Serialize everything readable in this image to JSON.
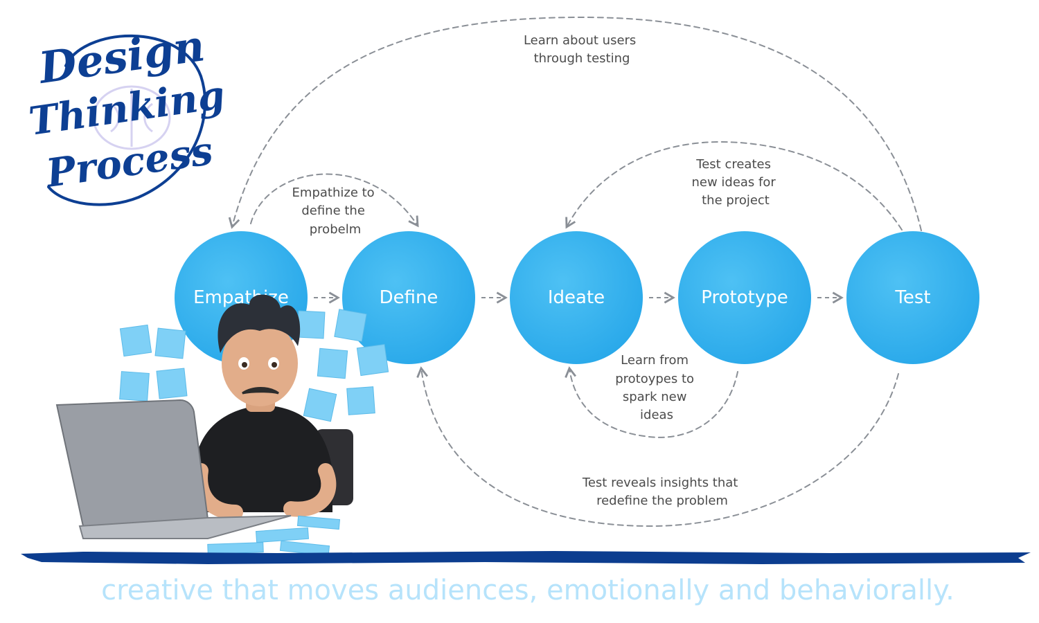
{
  "logo": {
    "line1": "Design",
    "line2": "Thinking",
    "line3": "Process",
    "color": "#0d3f93"
  },
  "stages": [
    {
      "label": "Empathize"
    },
    {
      "label": "Define"
    },
    {
      "label": "Ideate"
    },
    {
      "label": "Prototype"
    },
    {
      "label": "Test"
    }
  ],
  "annotations": {
    "learn_users": [
      "Learn about users",
      "through testing"
    ],
    "empathize_define": [
      "Empathize to",
      "define the",
      "probelm"
    ],
    "test_ideas": [
      "Test creates",
      "new ideas for",
      "the project"
    ],
    "learn_prototypes": [
      "Learn from",
      "protoypes to",
      "spark new",
      "ideas"
    ],
    "test_reveals": [
      "Test reveals insights that",
      "redefine the problem"
    ]
  },
  "tagline": "creative that moves audiences, emotionally and behaviorally.",
  "colors": {
    "circle": "#35b4ef",
    "arrow": "#8a8f96",
    "stroke_band": "#0c3d8f",
    "tagline": "#b6e3fb"
  }
}
